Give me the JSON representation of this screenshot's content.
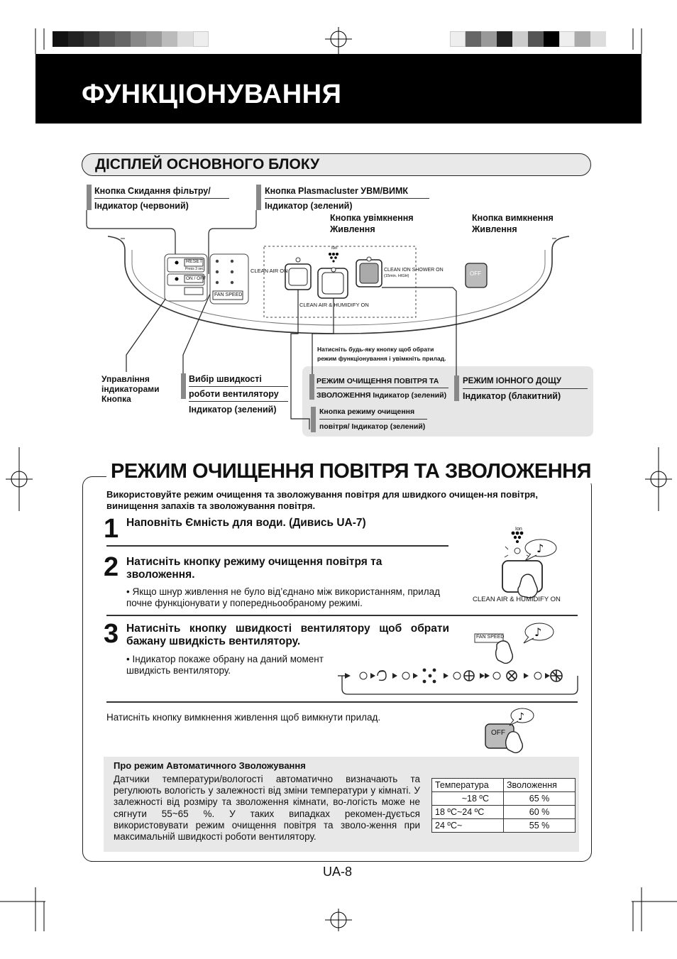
{
  "header": {
    "title": "ФУНКЦІОНУВАННЯ"
  },
  "display_section": {
    "title": "ДІСПЛЕЙ ОСНОВНОГО БЛОКУ"
  },
  "callouts": {
    "filter_reset": [
      "Кнопка Скидання фільтру/",
      "Індикатор (червоний)"
    ],
    "plasmacluster": [
      "Кнопка Plasmacluster УВМ/ВИМК",
      "Індикатор (зелений)"
    ],
    "power_on": [
      "Кнопка увімкнення",
      "Живлення"
    ],
    "power_off": [
      "Кнопка вимкнення",
      "Живлення"
    ],
    "indicator_control": [
      "Управління",
      "індикаторами",
      "Кнопка"
    ],
    "fan_speed": [
      "Вибір швидкості",
      "роботи вентилятору",
      "Індикатор (зелений)"
    ],
    "press_any": [
      "Натисніть будь-яку кнопку щоб обрати",
      "режим функціонування і увімкніть прилад."
    ],
    "clean_humidify": [
      "РЕЖИМ ОЧИЩЕННЯ ПОВІТРЯ ТА",
      "ЗВОЛОЖЕННЯ Індикатор (зелений)"
    ],
    "ion_shower": [
      "РЕЖИМ ІОННОГО ДОЩУ",
      "Індикатор (блакитний)"
    ],
    "clean_mode_button": [
      "Кнопка режиму очищення",
      "повітря/ Індикатор (зелений)"
    ]
  },
  "panel": {
    "reset_label": "RESET",
    "press_3sec": "Press 3 sec.",
    "on_off": "ON / OFF",
    "fan_speed_label": "FAN SPEED",
    "clean_air_on": "CLEAN AIR ON",
    "clean_air_humidify_on": "CLEAN AIR & HUMIDIFY ON",
    "clean_ion_shower": "CLEAN ION SHOWER ON",
    "ion_time": "(15min. HIGH)",
    "ion": "Ion",
    "off": "OFF"
  },
  "mode_section": {
    "title": "РЕЖИМ ОЧИЩЕННЯ ПОВІТРЯ ТА ЗВОЛОЖЕННЯ",
    "intro": "Використовуйте режим очищення та зволожування повітря для швидкого очищен-ня повітря, винищення запахів та зволожування повітря.",
    "steps": [
      {
        "num": "1",
        "text": "Наповніть Ємність для води. (Дивись UA-7)"
      },
      {
        "num": "2",
        "text": "Натисніть кнопку режиму очищення повітря та зволоження.",
        "note": "• Якщо шнур живлення не було від’єднано між використанням, прилад почне функціонувати у попередньообраному режимі."
      },
      {
        "num": "3",
        "text": "Натисніть кнопку швидкості вентилятору щоб обрати бажану швидкість вентилятору.",
        "note": "• Індикатор покаже обрану на даний момент швидкість вентилятору."
      }
    ],
    "step2_caption": "CLEAN AIR & HUMIDIFY ON",
    "step3_button": "FAN SPEED",
    "off_text": "Натисніть кнопку вимкнення живлення щоб вимкнути прилад.",
    "off_button": "OFF",
    "ion": "Ion"
  },
  "auto_humidify": {
    "title": "Про режим Автоматичного Зволожування",
    "text": "Датчики температури/вологості автоматично визначають та регулюють вологість у залежності від зміни температури у кімнаті. У залежності від розміру та зволоження кімнати, во-логість може не сягнути 55~65 %. У таких випадках рекомен-дується використовувати режим очищення повітря та зволо-ження при максимальній швидкості роботи вентилятору.",
    "table": {
      "headers": [
        "Температура",
        "Зволоження"
      ],
      "rows": [
        [
          "~18 ºC",
          "65 %"
        ],
        [
          "18 ºC~24 ºC",
          "60 %"
        ],
        [
          "24 ºC~",
          "55 %"
        ]
      ]
    }
  },
  "page_number": "UA-8"
}
